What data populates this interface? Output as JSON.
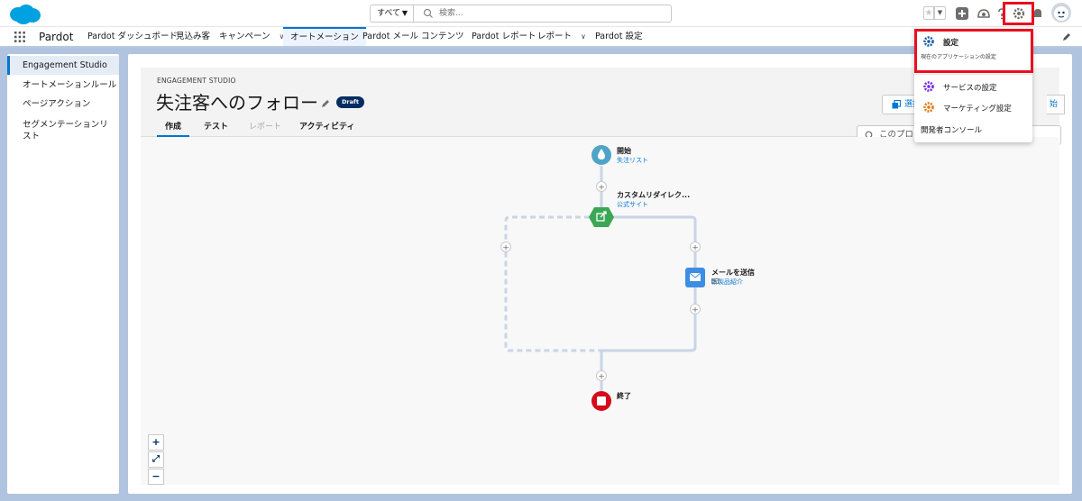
{
  "header": {
    "search_scope": "すべて",
    "search_placeholder": "検索...",
    "icons": [
      "star-icon",
      "chevron-down-icon",
      "add-icon",
      "trailhead-icon",
      "help-icon",
      "setup-gear-icon",
      "notification-bell-icon",
      "avatar"
    ]
  },
  "nav": {
    "app_name": "Pardot",
    "items": [
      {
        "label": "Pardot ダッシュボード"
      },
      {
        "label": "見込み客"
      },
      {
        "label": "キャンペーン"
      },
      {
        "label": "オートメーション"
      },
      {
        "label": "Pardot メール"
      },
      {
        "label": "コンテンツ"
      },
      {
        "label": "Pardot レポート"
      },
      {
        "label": "レポート"
      },
      {
        "label": "Pardot 設定"
      }
    ],
    "active_item": "オートメーション"
  },
  "sidebar": {
    "items": [
      {
        "label": "Engagement Studio"
      },
      {
        "label": "オートメーションルール"
      },
      {
        "label": "ページアクション"
      },
      {
        "label": "セグメンテーションリスト"
      }
    ]
  },
  "page": {
    "eyebrow": "ENGAGEMENT STUDIO",
    "title": "失注客へのフォロー",
    "badge": "Draft",
    "tabs": [
      {
        "label": "作成"
      },
      {
        "label": "テスト"
      },
      {
        "label": "レポート"
      },
      {
        "label": "アクティビティ"
      }
    ],
    "select_button": "選択",
    "right_button_fragment": "始",
    "program_search_placeholder": "このプログラム"
  },
  "canvas": {
    "nodes": {
      "start": {
        "label": "開始",
        "sub": "失注リスト"
      },
      "redirect": {
        "label": "カスタムリダイレク...",
        "sub": "公式サイト"
      },
      "email": {
        "label": "メールを送信",
        "sub": "新製品紹介"
      },
      "end": {
        "label": "終了"
      }
    },
    "zoom": {
      "in": "+",
      "fit": "⤢",
      "out": "−"
    }
  },
  "setup_menu": {
    "items": [
      {
        "label": "設定",
        "sub": "現在のアプリケーションの設定"
      },
      {
        "label": "サービスの設定"
      },
      {
        "label": "マーケティング設定"
      },
      {
        "label": "開発者コンソール"
      }
    ]
  },
  "colors": {
    "brand_blue": "#0176d3",
    "highlight_red": "#e8101f",
    "start_node": "#4fa3c7",
    "action_node": "#3ba755",
    "email_node": "#3e8de5",
    "end_node": "#d60a1b"
  }
}
